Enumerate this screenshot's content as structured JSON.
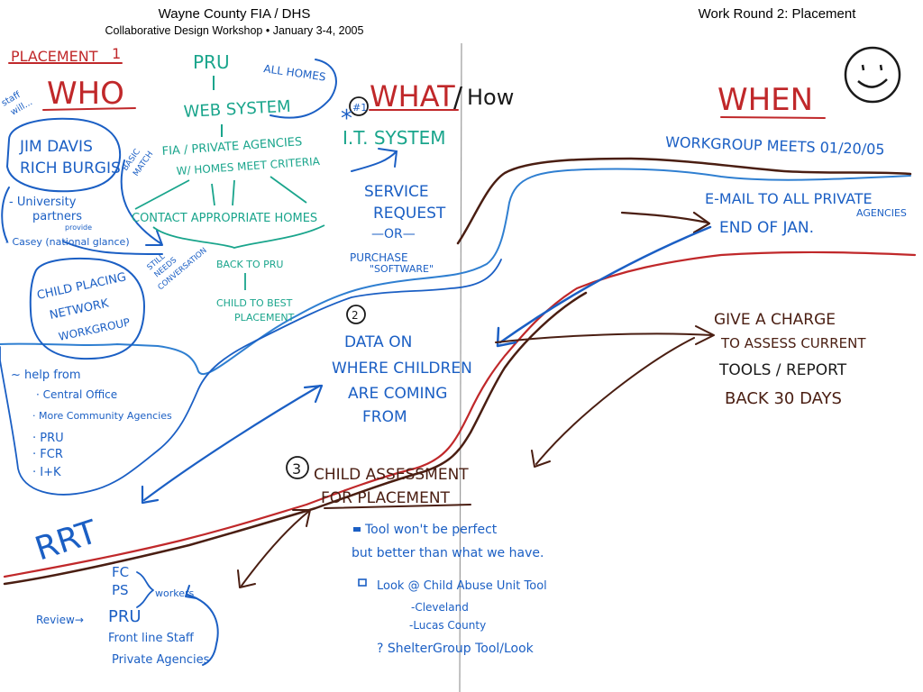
{
  "header": {
    "org": "Wayne County FIA / DHS",
    "event": "Collaborative Design Workshop •  January 3-4, 2005",
    "round": "Work Round 2:  Placement"
  },
  "colors": {
    "red": "#c0282a",
    "blue": "#1b5fc4",
    "teal": "#1aa58c",
    "black": "#1a1a1a",
    "brown": "#4a1e12"
  },
  "board": {
    "placement_title": "PLACEMENT",
    "placement_number": "1",
    "who": {
      "heading": "WHO",
      "staff_note_1": "staff",
      "staff_note_2": "will...",
      "names_1": "JIM DAVIS",
      "names_2": "RICH BURGIS",
      "partners_1": "- University",
      "partners_2": "partners",
      "casey_1": "- Casey (national glance)",
      "casey_note": "provide",
      "network_1": "CHILD PLACING",
      "network_2": "NETWORK",
      "network_3": "WORKGROUP",
      "help_heading": "~ help from",
      "help_items": [
        "· Central Office",
        "· More Community Agencies",
        "· PRU",
        "· FCR",
        "· I+K"
      ]
    },
    "middle": {
      "pru": "PRU",
      "all_homes": "ALL HOMES",
      "web_system": "WEB SYSTEM",
      "agencies_1": "FIA / PRIVATE AGENCIES",
      "agencies_2": "W/ HOMES MEET CRITERIA",
      "basic_match_1": "BASIC",
      "basic_match_2": "MATCH",
      "contact": "CONTACT   APPROPRIATE HOMES",
      "back_to_pru": "BACK TO PRU",
      "child_best_1": "CHILD TO BEST",
      "child_best_2": "PLACEMENT",
      "still_needs_1": "STILL",
      "still_needs_2": "NEEDS",
      "still_needs_3": "CONVERSATION"
    },
    "what": {
      "heading_what": "WHAT",
      "heading_how": "How",
      "number_1": "#1",
      "it_system": "I.T. SYSTEM",
      "service_1": "SERVICE",
      "service_2": "REQUEST",
      "or": "—OR—",
      "purchase_1": "PURCHASE",
      "purchase_2": "\"SOFTWARE\"",
      "number_2": "2",
      "data_1": "DATA ON",
      "data_2": "WHERE CHILDREN",
      "data_3": "ARE COMING",
      "data_4": "FROM",
      "number_3": "3",
      "assess_1": "CHILD ASSESSMENT",
      "assess_2": "FOR PLACEMENT",
      "tool_1": "Tool won't be perfect",
      "tool_2": "but better than what we have.",
      "look_1": "Look @ Child Abuse Unit Tool",
      "look_2": "-Cleveland",
      "look_3": "-Lucas County",
      "shelter": "? ShelterGroup  Tool/Look"
    },
    "when": {
      "heading": "WHEN",
      "workgroup": "WORKGROUP MEETS 01/20/05",
      "email_1": "E-MAIL TO ALL PRIVATE",
      "email_1b": "AGENCIES",
      "email_2": "END OF JAN.",
      "charge_1": "GIVE A CHARGE",
      "charge_2": "TO ASSESS CURRENT",
      "charge_3": "TOOLS / REPORT",
      "charge_4": "BACK 30 DAYS"
    },
    "rrt": {
      "heading": "RRT",
      "fc": "FC",
      "ps": "PS",
      "workers": "workers",
      "review": "Review→",
      "pru": "PRU",
      "front_line": "Front line Staff",
      "private": "Private Agencies"
    }
  }
}
